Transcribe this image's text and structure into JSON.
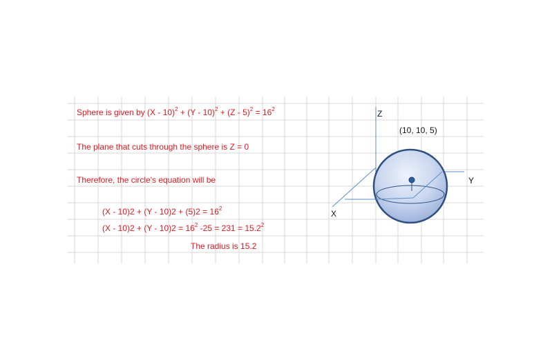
{
  "equations": {
    "sphere": {
      "text": "Sphere is given by  (X - 10)",
      "sup1": "2",
      "mid1": " + (Y - 10)",
      "sup2": "2",
      "mid2": " + (Z - 5)",
      "sup3": "2",
      "mid3": " = 16",
      "sup4": "2"
    },
    "plane": "The plane that cuts through the sphere is Z = 0",
    "therefore": "Therefore, the circle's equation will be",
    "eq1": {
      "text": "(X - 10)2 + (Y - 10)2 + (5)2 = 16",
      "sup": "2"
    },
    "eq2": {
      "text": "(X - 10)2 + (Y - 10)2 = 16",
      "sup1": "2",
      "mid": " -25 = 231 = 15.2",
      "sup2": "2"
    },
    "radius": "The radius is 15.2"
  },
  "figure": {
    "center_label": "(10, 10, 5)",
    "axis_z": "Z",
    "axis_y": "Y",
    "axis_x": "X"
  },
  "colors": {
    "text_red": "#e0171f",
    "grid": "#d9d9d9",
    "sphere_fill": "#c9d6ef",
    "sphere_edge": "#2f4f7f",
    "axis": "#5b8fc7"
  }
}
